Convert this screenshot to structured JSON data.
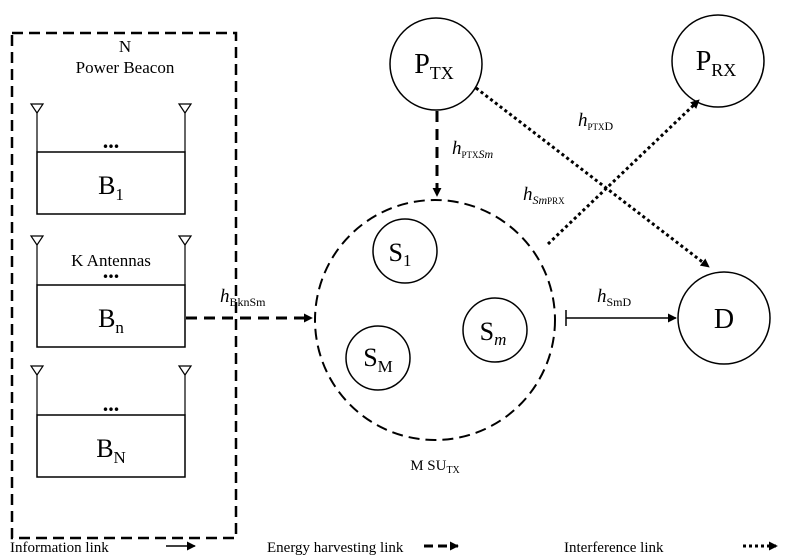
{
  "beacon_group": {
    "count_label": "N",
    "title": "Power Beacon",
    "antennas_label": "K Antennas",
    "ellipsis": "...",
    "beacons": [
      {
        "base": "B",
        "sub": "1"
      },
      {
        "base": "B",
        "sub": "n"
      },
      {
        "base": "B",
        "sub": "N"
      }
    ]
  },
  "nodes": {
    "ptx": {
      "base": "P",
      "sub": "TX"
    },
    "prx": {
      "base": "P",
      "sub": "RX"
    },
    "dest": {
      "label": "D"
    },
    "s1": {
      "base": "S",
      "sub": "1"
    },
    "sM": {
      "base": "S",
      "sub": "M"
    },
    "sm": {
      "base": "S",
      "sub": "m"
    }
  },
  "su_cluster": {
    "base": "M SU",
    "sub": "TX"
  },
  "links": {
    "energy": {
      "h": "h",
      "sub": "BknSm"
    },
    "ptx_sm": {
      "h": "h",
      "sub1": "PTX",
      "sub2": "Sm"
    },
    "ptx_d": {
      "h": "h",
      "sub1": "PTX",
      "sub2": "D"
    },
    "sm_prx": {
      "h": "h",
      "sub1": "Sm",
      "sub2": "PRX"
    },
    "sm_d": {
      "h": "h",
      "sub": "SmD"
    }
  },
  "legend": {
    "information": "Information link",
    "energy": "Energy harvesting link",
    "interference": "Interference link"
  }
}
